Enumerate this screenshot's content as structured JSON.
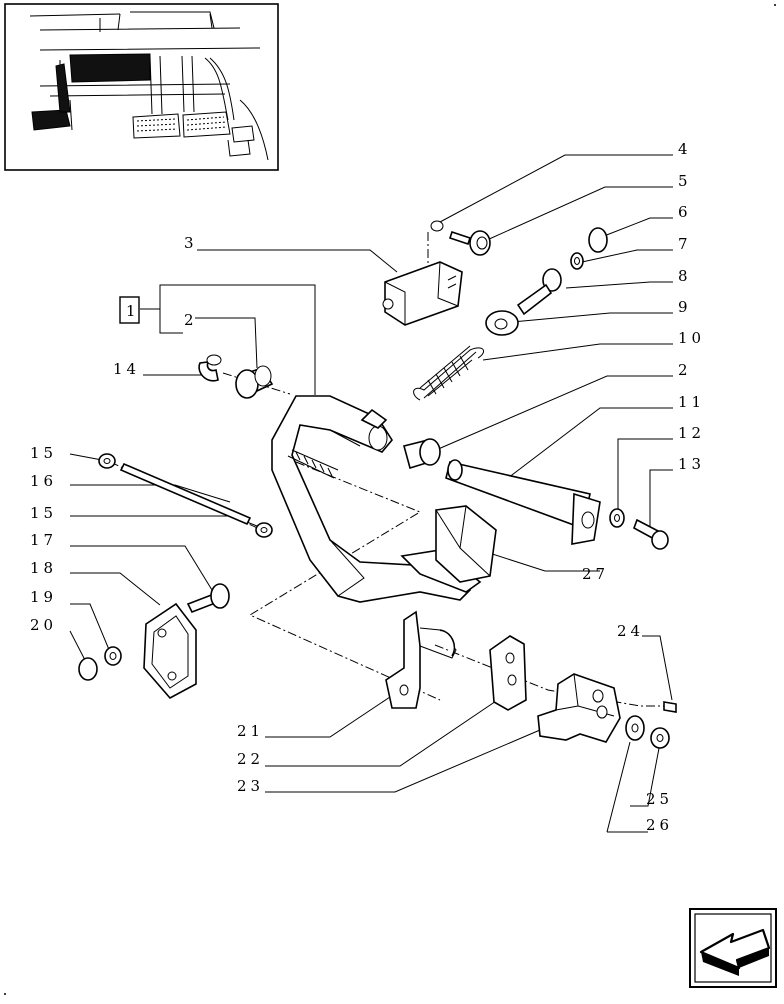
{
  "callouts": [
    "4",
    "5",
    "6",
    "7",
    "8",
    "9",
    "10",
    "2",
    "11",
    "12",
    "13",
    "3",
    "1",
    "2",
    "14",
    "15",
    "16",
    "15",
    "17",
    "18",
    "19",
    "20",
    "21",
    "22",
    "23",
    "24",
    "25",
    "26",
    "27"
  ],
  "inset": {
    "name": "pedal-location-inset"
  },
  "nav": {
    "icon": "next-page-arrow-icon"
  }
}
